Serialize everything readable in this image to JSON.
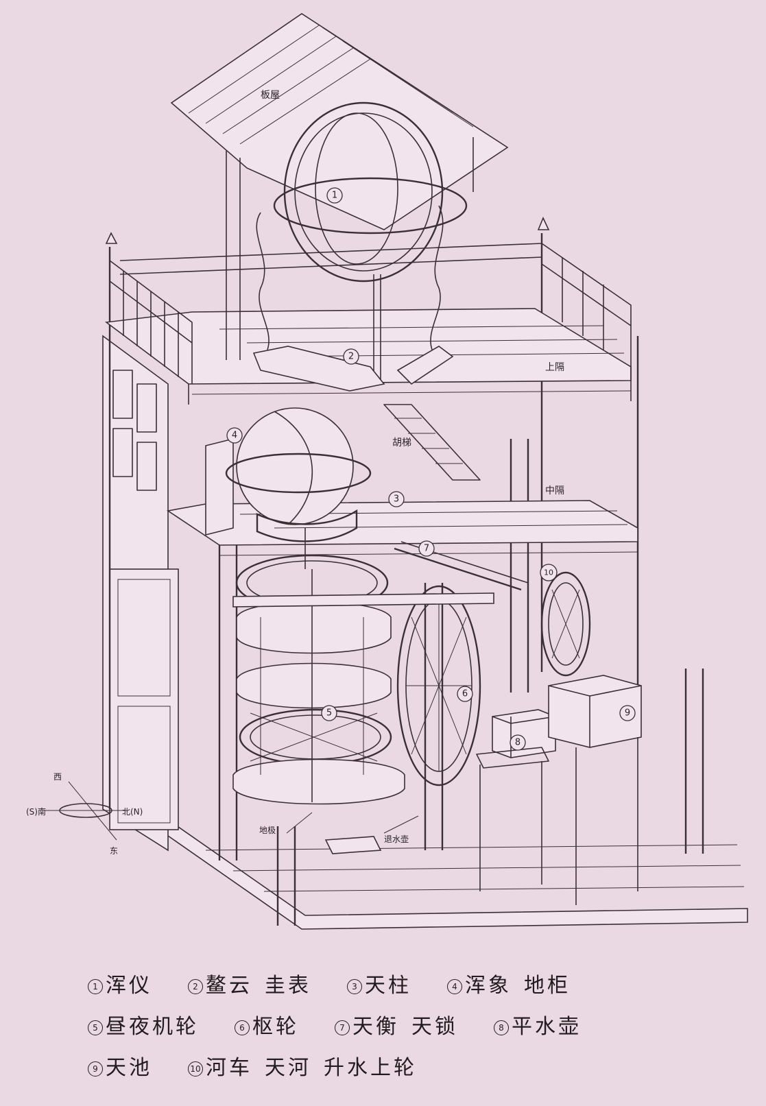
{
  "labels": {
    "roof": "板屋",
    "upper_floor": "上隔",
    "stair": "胡梯",
    "middle_floor": "中隔",
    "ground_pivot": "地极",
    "drain_pot": "退水壶"
  },
  "compass": {
    "west": "西",
    "east": "东",
    "south": "(S)南",
    "north": "北(N)"
  },
  "markers": [
    "1",
    "2",
    "3",
    "4",
    "5",
    "6",
    "7",
    "8",
    "9",
    "10"
  ],
  "legend": [
    {
      "num": "1",
      "words": [
        "浑仪"
      ]
    },
    {
      "num": "2",
      "words": [
        "鳌云",
        "圭表"
      ]
    },
    {
      "num": "3",
      "words": [
        "天柱"
      ]
    },
    {
      "num": "4",
      "words": [
        "浑象",
        "地柜"
      ]
    },
    {
      "num": "5",
      "words": [
        "昼夜机轮"
      ]
    },
    {
      "num": "6",
      "words": [
        "枢轮"
      ]
    },
    {
      "num": "7",
      "words": [
        "天衡",
        "天锁"
      ]
    },
    {
      "num": "8",
      "words": [
        "平水壶"
      ]
    },
    {
      "num": "9",
      "words": [
        "天池"
      ]
    },
    {
      "num": "10",
      "words": [
        "河车",
        "天河",
        "升水上轮"
      ]
    }
  ]
}
